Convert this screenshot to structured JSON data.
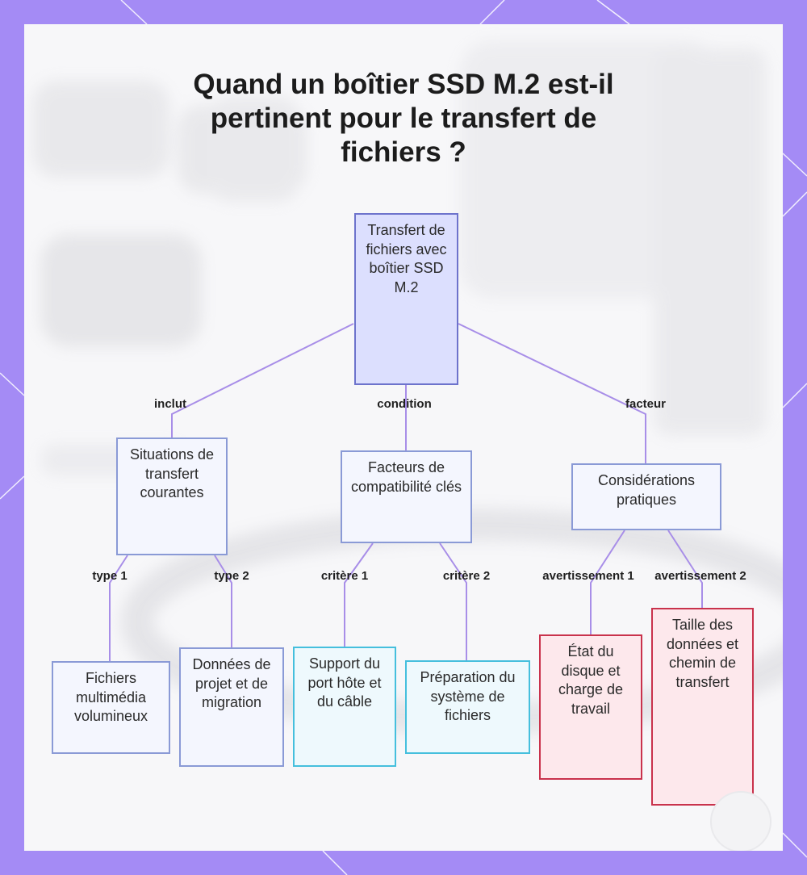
{
  "title": "Quand un boîtier SSD M.2 est-il pertinent pour le transfert de fichiers ?",
  "root": "Transfert de fichiers avec boîtier SSD M.2",
  "branches": [
    {
      "label": "inclut",
      "node": "Situations de transfert courantes",
      "children": [
        {
          "label": "type 1",
          "node": "Fichiers multimédia volumineux"
        },
        {
          "label": "type 2",
          "node": "Données de projet et de migration"
        }
      ]
    },
    {
      "label": "condition",
      "node": "Facteurs de compatibilité clés",
      "children": [
        {
          "label": "critère 1",
          "node": "Support du port hôte et du câble"
        },
        {
          "label": "critère 2",
          "node": "Préparation du système de fichiers"
        }
      ]
    },
    {
      "label": "facteur",
      "node": "Considérations pratiques",
      "children": [
        {
          "label": "avertissement 1",
          "node": "État du disque et charge de travail"
        },
        {
          "label": "avertissement 2",
          "node": "Taille des données et chemin de transfert"
        }
      ]
    }
  ],
  "colors": {
    "frame": "#a48bf5",
    "edge": "#a88ee8",
    "root_fill": "#dcdffe",
    "blue_border": "#8a9ad6",
    "cyan_border": "#45bfdd",
    "red_border": "#c9324c"
  }
}
